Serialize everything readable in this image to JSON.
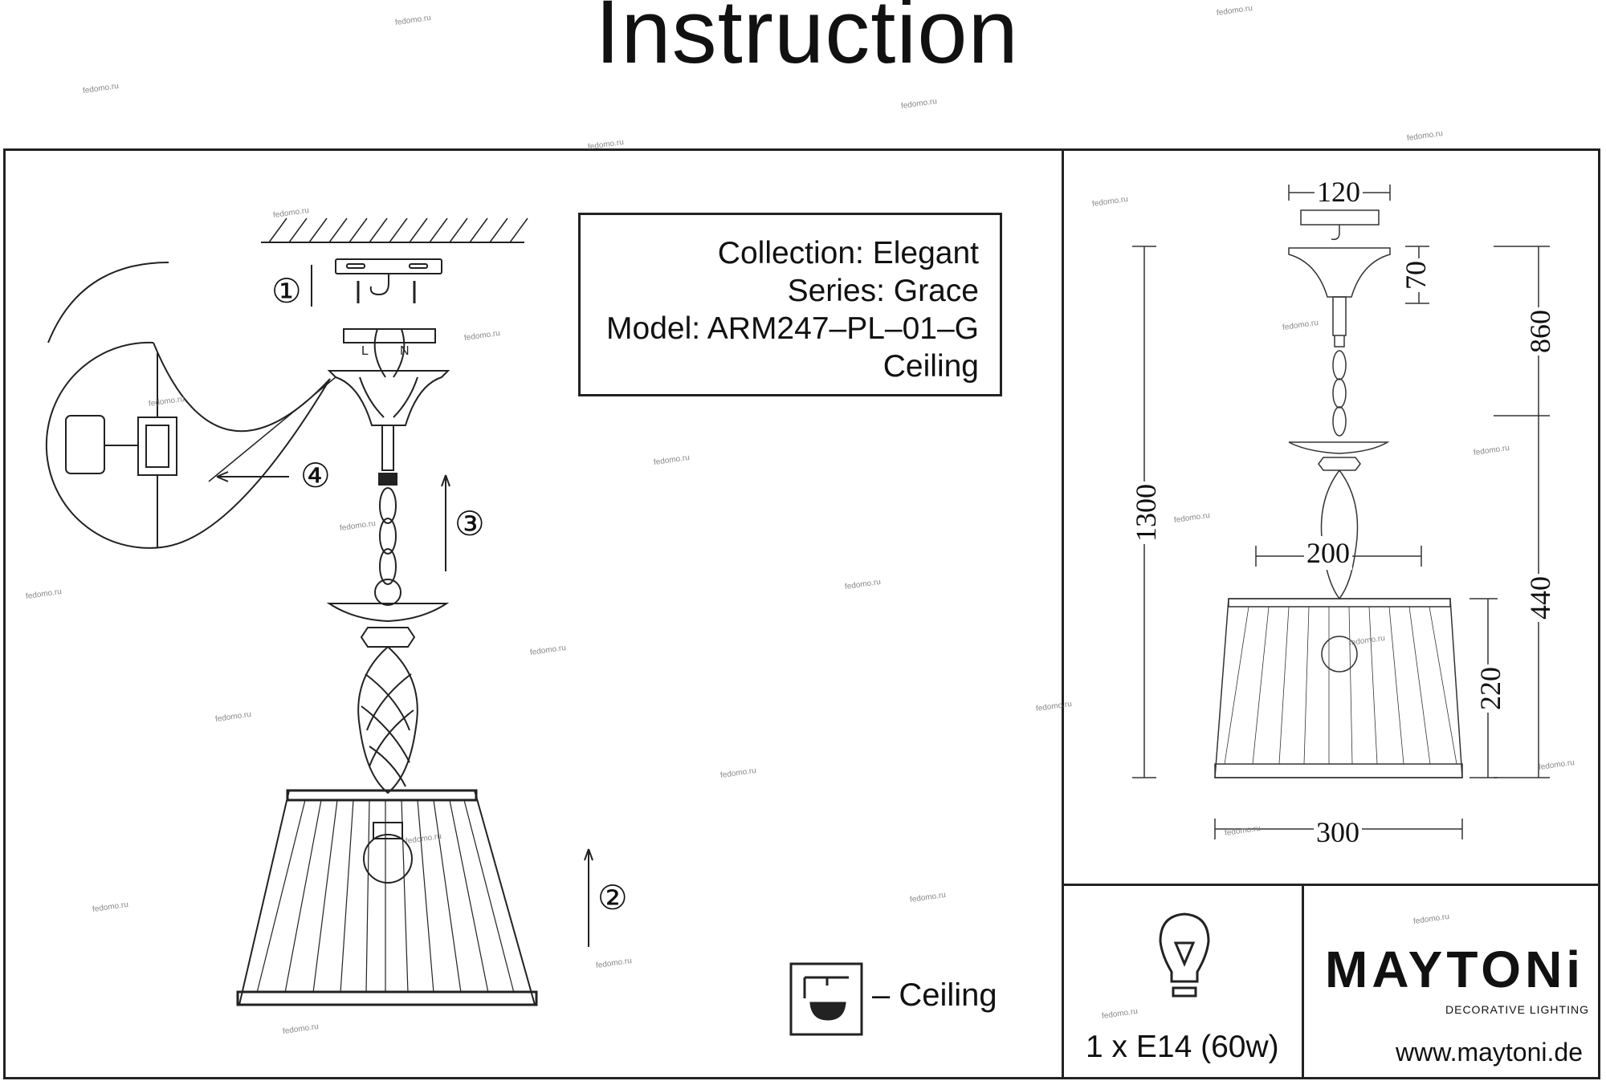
{
  "title": "Instruction",
  "info": {
    "collection": "Collection: Elegant",
    "series": "Series: Grace",
    "model": "Model: ARM247–PL–01–G",
    "mount": "Ceiling"
  },
  "steps": [
    "①",
    "②",
    "③",
    "④"
  ],
  "wiring_labels": {
    "live": "L",
    "neutral": "N"
  },
  "mount_legend": "– Ceiling",
  "dimensions": {
    "canopy_width": "120",
    "canopy_height": "70",
    "chain_length": "860",
    "total_height": "1300",
    "shade_top": "200",
    "lower_height": "440",
    "shade_height": "220",
    "shade_bottom": "300"
  },
  "bulb": "1 x E14 (60w)",
  "brand": {
    "name": "MAYTONi",
    "tagline": "DECORATIVE LIGHTING",
    "website": "www.maytoni.de"
  },
  "watermark": "fedomo.ru"
}
